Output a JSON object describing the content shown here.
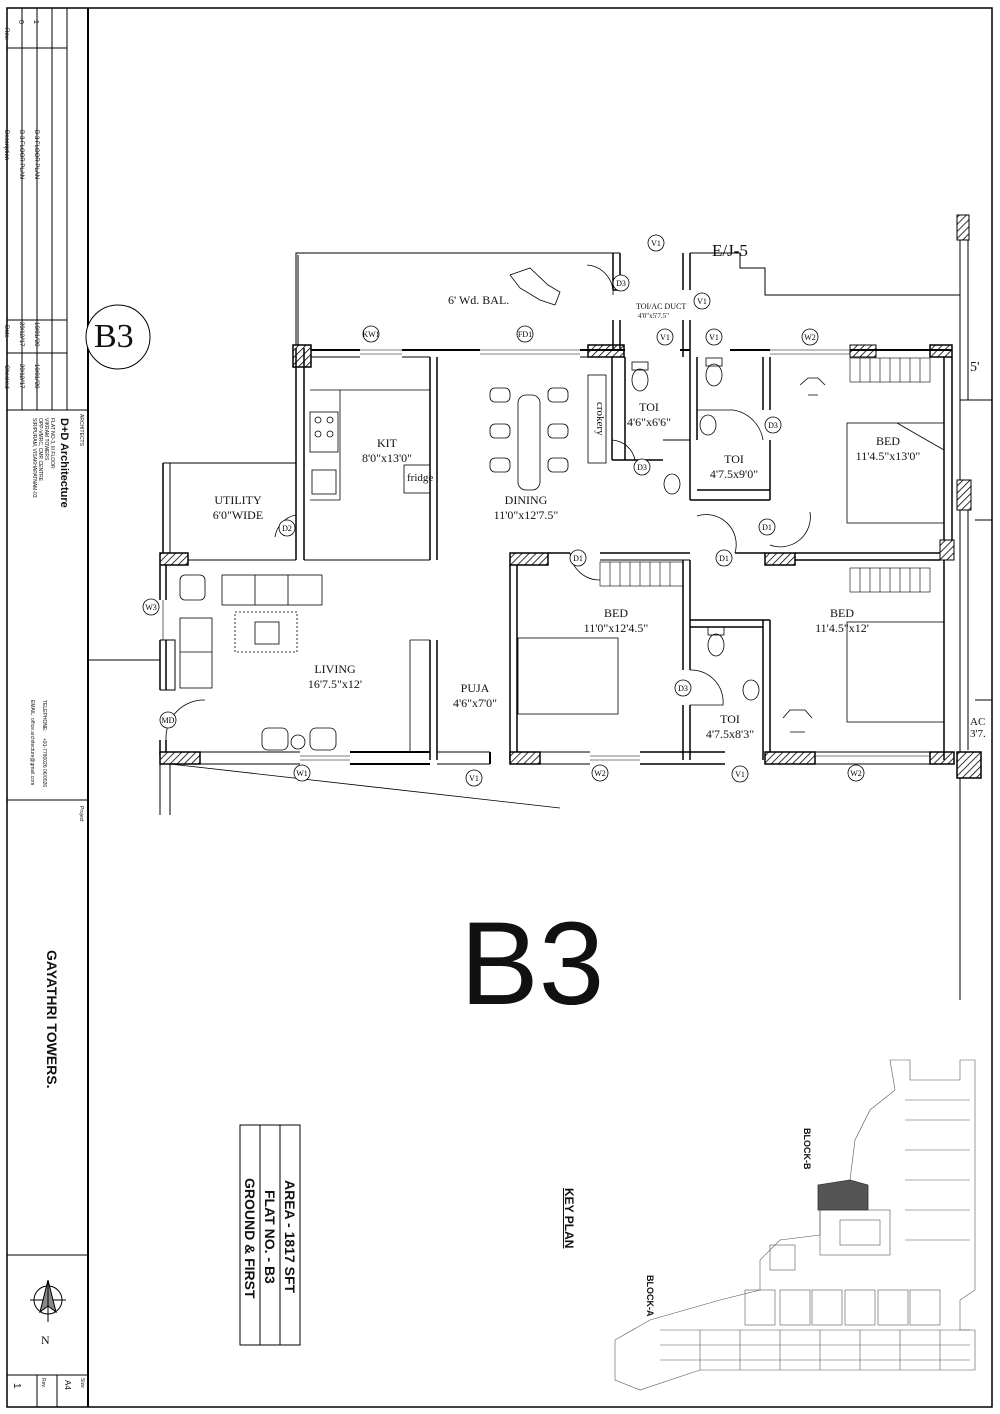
{
  "title_block": {
    "revisions": [
      {
        "rev": "1",
        "description": "B-3 FLOOR PLAN",
        "date": "10/01/'20",
        "checked": "10/01/'20"
      },
      {
        "rev": "0",
        "description": "B-3 FLOOR PLAN",
        "date": "29/12/'17",
        "checked": "29/12/'17"
      }
    ],
    "header_rev": "Rev.",
    "header_description": "Description",
    "header_date": "Date",
    "header_checked": "Checked",
    "architects_label": "ARCHITECTS",
    "firm_name": "D+D Architecture",
    "address_lines": [
      "FLAT NO-3, III FLOOR",
      "VIKRAM TOWERS",
      "OPP-VMRC, CMR CENTRE",
      "SIRIPURAM, VISAKHAPATNAM-03"
    ],
    "telephone_label": "TELEPHONE:",
    "telephone": "+91-7780026 06/0026",
    "email_label": "EMAIL:",
    "email": "office.architecture@gmail.com",
    "project_label": "Project",
    "project_name": "GAYATHRI TOWERS.",
    "north_label": "N",
    "size_label": "Size",
    "size_value": "A4",
    "rev_label": "Rev.",
    "rev_value": "1"
  },
  "plan": {
    "bubble_label": "B3",
    "grid_label": "E/J-5",
    "big_label": "B3",
    "key_plan": "KEY PLAN",
    "block_b": "BLOCK-B",
    "block_a": "BLOCK-A",
    "area_lines": [
      "AREA - 1817 SFT",
      "FLAT NO. - B3",
      "GROUND & FIRST"
    ],
    "rooms": [
      {
        "name": "6' Wd. BAL.",
        "size": ""
      },
      {
        "name": "KIT",
        "size": "8'0\"x13'0\""
      },
      {
        "name": "UTILITY",
        "size": "6'0\"WIDE"
      },
      {
        "name": "DINING",
        "size": "11'0\"x12'7.5\""
      },
      {
        "name": "TOI",
        "size": "4'6\"x6'6\""
      },
      {
        "name": "TOI",
        "size": "4'7.5x9'0\""
      },
      {
        "name": "BED",
        "size": "11'4.5\"x13'0\""
      },
      {
        "name": "LIVING",
        "size": "16'7.5\"x12'"
      },
      {
        "name": "PUJA",
        "size": "4'6\"x7'0\""
      },
      {
        "name": "BED",
        "size": "11'0\"x12'4.5\""
      },
      {
        "name": "TOI",
        "size": "4'7.5x8'3\""
      },
      {
        "name": "BED",
        "size": "11'4.5\"x12'"
      }
    ],
    "duct_label": "TOI/AC DUCT",
    "duct_size": "4'0\"x5'7.5\"",
    "fridge": "fridge",
    "crockery": "crokery",
    "edge_labels": [
      "5'",
      "AC",
      "3'7."
    ],
    "tags": [
      "V1",
      "D3",
      "V1",
      "KW1",
      "FD1",
      "V1",
      "V1",
      "W2",
      "D3",
      "D3",
      "D1",
      "D2",
      "D1",
      "D1",
      "W3",
      "D3",
      "MD",
      "W1",
      "V1",
      "W2",
      "V1",
      "W2"
    ]
  }
}
